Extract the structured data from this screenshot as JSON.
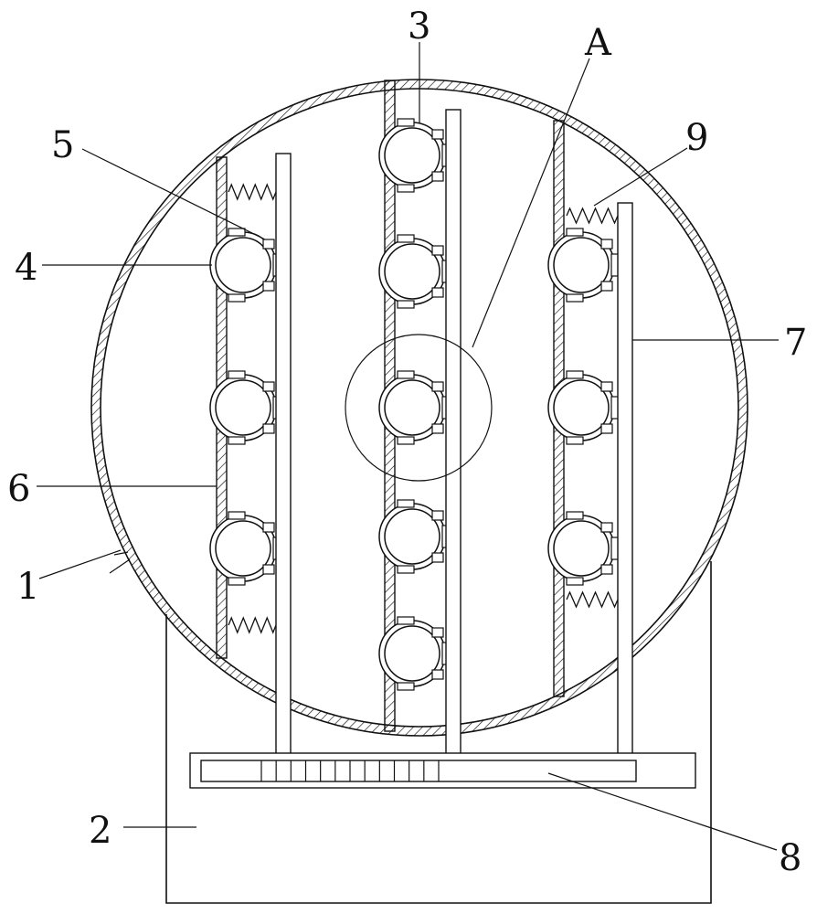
{
  "labels": {
    "l1": "1",
    "l2": "2",
    "l3": "3",
    "l4": "4",
    "l5": "5",
    "l6": "6",
    "l7": "7",
    "l8": "8",
    "l9": "9",
    "lA": "A"
  },
  "rows": {
    "side": 3,
    "center": 5
  },
  "rack_cells": 12
}
